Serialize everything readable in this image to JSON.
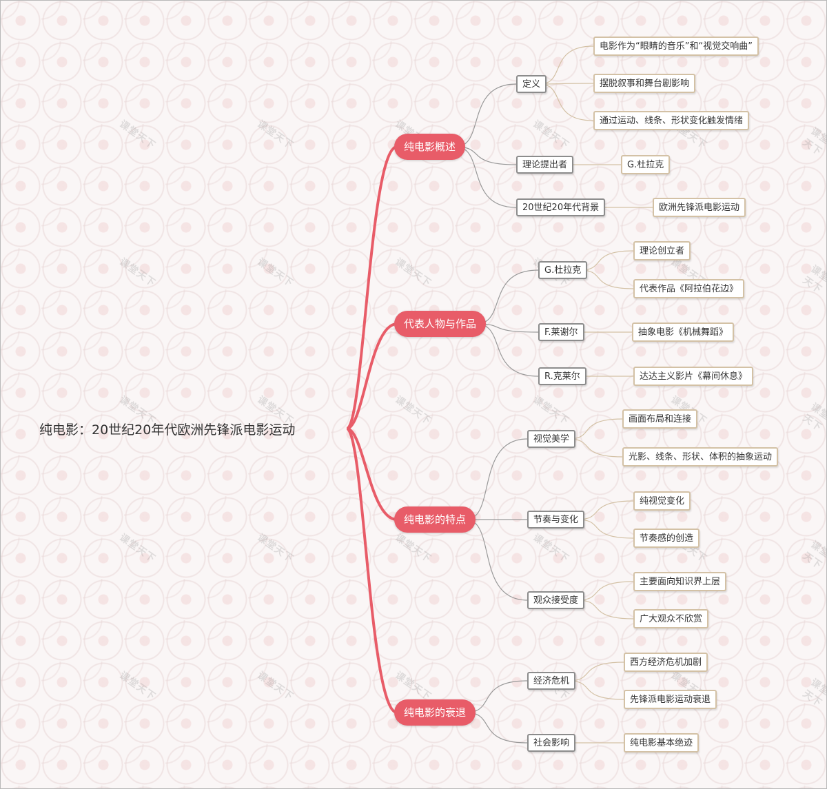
{
  "root": "纯电影：20世纪20年代欧洲先锋派电影运动",
  "watermark": "课堂天下",
  "colors": {
    "main_branch": "#e85c68",
    "sub_branch": "#999999",
    "leaf_branch": "#d3c1a5"
  },
  "branches": [
    {
      "label": "纯电影概述",
      "children": [
        {
          "label": "定义",
          "children": [
            "电影作为“眼睛的音乐”和“视觉交响曲”",
            "摆脱叙事和舞台剧影响",
            "通过运动、线条、形状变化触发情绪"
          ]
        },
        {
          "label": "理论提出者",
          "children": [
            "G.杜拉克"
          ]
        },
        {
          "label": "20世纪20年代背景",
          "children": [
            "欧洲先锋派电影运动"
          ]
        }
      ]
    },
    {
      "label": "代表人物与作品",
      "children": [
        {
          "label": "G.杜拉克",
          "children": [
            "理论创立者",
            "代表作品《阿拉伯花边》"
          ]
        },
        {
          "label": "F.莱谢尔",
          "children": [
            "抽象电影《机械舞蹈》"
          ]
        },
        {
          "label": "R.克莱尔",
          "children": [
            "达达主义影片《幕间休息》"
          ]
        }
      ]
    },
    {
      "label": "纯电影的特点",
      "children": [
        {
          "label": "视觉美学",
          "children": [
            "画面布局和连接",
            "光影、线条、形状、体积的抽象运动"
          ]
        },
        {
          "label": "节奏与变化",
          "children": [
            "纯视觉变化",
            "节奏感的创造"
          ]
        },
        {
          "label": "观众接受度",
          "children": [
            "主要面向知识界上层",
            "广大观众不欣赏"
          ]
        }
      ]
    },
    {
      "label": "纯电影的衰退",
      "children": [
        {
          "label": "经济危机",
          "children": [
            "西方经济危机加剧",
            "先锋派电影运动衰退"
          ]
        },
        {
          "label": "社会影响",
          "children": [
            "纯电影基本绝迹"
          ]
        }
      ]
    }
  ]
}
